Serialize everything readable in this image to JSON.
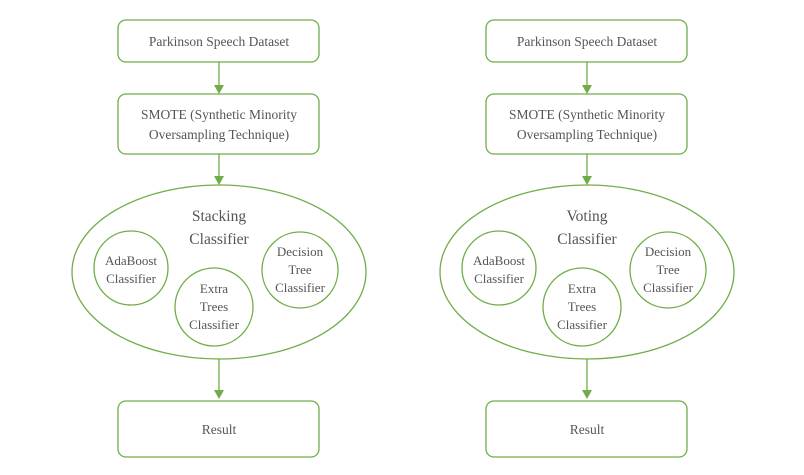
{
  "colors": {
    "stroke": "#70ad47",
    "text": "#555555",
    "background": "#ffffff"
  },
  "left": {
    "dataset_label": "Parkinson Speech Dataset",
    "smote_line1": "SMOTE (Synthetic Minority",
    "smote_line2": "Oversampling Technique)",
    "ensemble_line1": "Stacking",
    "ensemble_line2": "Classifier",
    "adaboost_line1": "AdaBoost",
    "adaboost_line2": "Classifier",
    "extra_line1": "Extra",
    "extra_line2": "Trees",
    "extra_line3": "Classifier",
    "tree_line1": "Decision",
    "tree_line2": "Tree",
    "tree_line3": "Classifier",
    "result_label": "Result"
  },
  "right": {
    "dataset_label": "Parkinson Speech Dataset",
    "smote_line1": "SMOTE (Synthetic Minority",
    "smote_line2": "Oversampling Technique)",
    "ensemble_line1": "Voting",
    "ensemble_line2": "Classifier",
    "adaboost_line1": "AdaBoost",
    "adaboost_line2": "Classifier",
    "extra_line1": "Extra",
    "extra_line2": "Trees",
    "extra_line3": "Classifier",
    "tree_line1": "Decision",
    "tree_line2": "Tree",
    "tree_line3": "Classifier",
    "result_label": "Result"
  }
}
